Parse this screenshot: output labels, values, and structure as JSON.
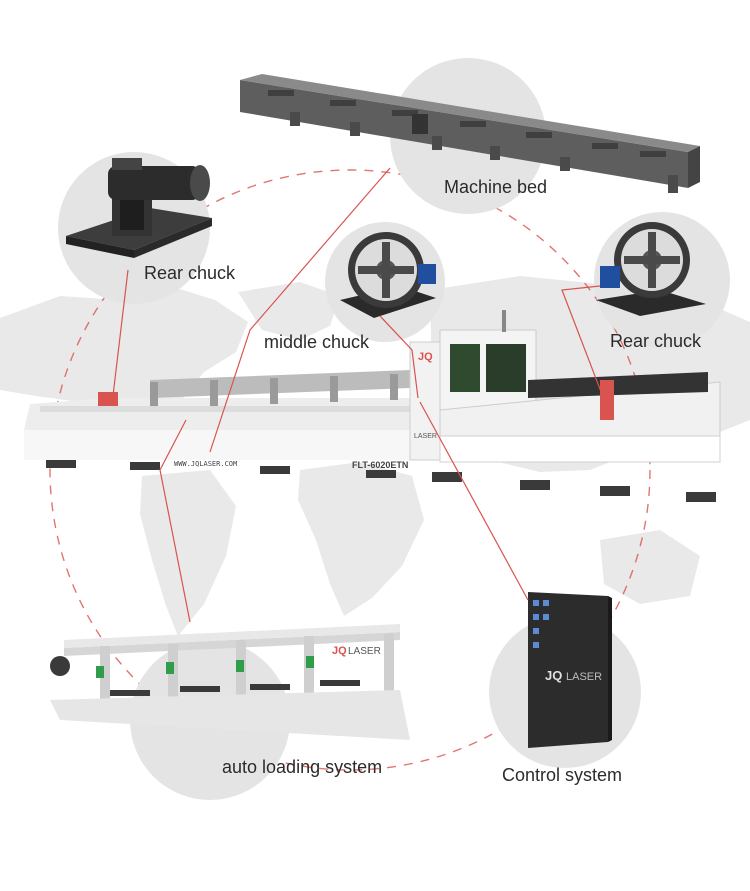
{
  "labels": {
    "machine_bed": "Machine bed",
    "rear_chuck_left": "Rear chuck",
    "middle_chuck": "middle chuck",
    "rear_chuck_right": "Rear chuck",
    "auto_loading": "auto loading system",
    "control_system": "Control system"
  },
  "machine": {
    "brand_jq": "JQ",
    "brand_laser": "LASER",
    "website": "WWW.JQLASER.COM",
    "model": "FLT-6020ETN"
  },
  "colors": {
    "accent_red": "#d9534f",
    "machine_white": "#f3f3f3",
    "steel_dark": "#5a5a5a",
    "map_gray": "#e6e6e6",
    "circle_gray": "#e3e3e3"
  }
}
